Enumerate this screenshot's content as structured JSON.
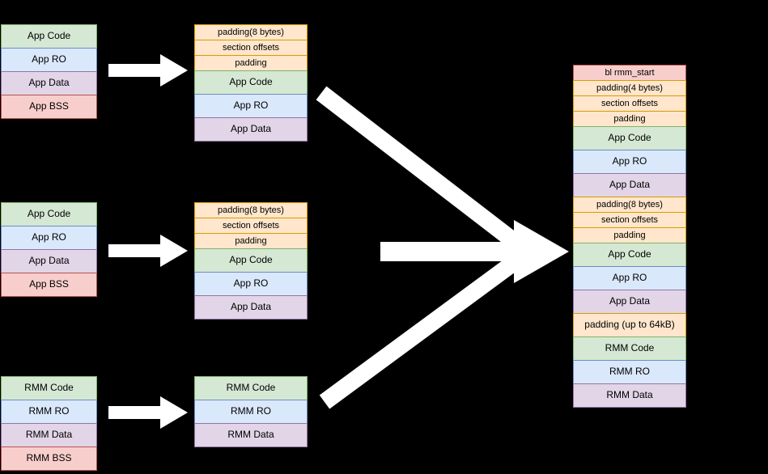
{
  "colors": {
    "background": "#000000",
    "arrow": "#ffffff",
    "green_bg": "#d5e8d4",
    "green_border": "#82b366",
    "blue_bg": "#dae8fc",
    "blue_border": "#6c8ebf",
    "purple_bg": "#e1d5e7",
    "purple_border": "#9673a6",
    "red_bg": "#f8cecc",
    "red_border": "#b85450",
    "orange_bg": "#ffe6cc",
    "orange_border": "#d79b00"
  },
  "stacks": {
    "app1_elf": {
      "rows": [
        {
          "label": "App Code",
          "type": "green",
          "small": false
        },
        {
          "label": "App RO",
          "type": "blue",
          "small": false
        },
        {
          "label": "App Data",
          "type": "purple",
          "small": false
        },
        {
          "label": "App BSS",
          "type": "red",
          "small": false
        }
      ]
    },
    "app1_packed": {
      "rows": [
        {
          "label": "padding(8 bytes)",
          "type": "orange",
          "small": true
        },
        {
          "label": "section offsets",
          "type": "orange",
          "small": true
        },
        {
          "label": "padding",
          "type": "orange",
          "small": true
        },
        {
          "label": "App Code",
          "type": "green",
          "small": false
        },
        {
          "label": "App RO",
          "type": "blue",
          "small": false
        },
        {
          "label": "App Data",
          "type": "purple",
          "small": false
        }
      ]
    },
    "app2_elf": {
      "rows": [
        {
          "label": "App Code",
          "type": "green",
          "small": false
        },
        {
          "label": "App RO",
          "type": "blue",
          "small": false
        },
        {
          "label": "App Data",
          "type": "purple",
          "small": false
        },
        {
          "label": "App BSS",
          "type": "red",
          "small": false
        }
      ]
    },
    "app2_packed": {
      "rows": [
        {
          "label": "padding(8 bytes)",
          "type": "orange",
          "small": true
        },
        {
          "label": "section offsets",
          "type": "orange",
          "small": true
        },
        {
          "label": "padding",
          "type": "orange",
          "small": true
        },
        {
          "label": "App Code",
          "type": "green",
          "small": false
        },
        {
          "label": "App RO",
          "type": "blue",
          "small": false
        },
        {
          "label": "App Data",
          "type": "purple",
          "small": false
        }
      ]
    },
    "rmm_elf": {
      "rows": [
        {
          "label": "RMM Code",
          "type": "green",
          "small": false
        },
        {
          "label": "RMM RO",
          "type": "blue",
          "small": false
        },
        {
          "label": "RMM Data",
          "type": "purple",
          "small": false
        },
        {
          "label": "RMM BSS",
          "type": "red",
          "small": false
        }
      ]
    },
    "rmm_packed": {
      "rows": [
        {
          "label": "RMM Code",
          "type": "green",
          "small": false
        },
        {
          "label": "RMM RO",
          "type": "blue",
          "small": false
        },
        {
          "label": "RMM Data",
          "type": "purple",
          "small": false
        }
      ]
    },
    "final_image": {
      "rows": [
        {
          "label": "bl rmm_start",
          "type": "red",
          "small": true
        },
        {
          "label": "padding(4 bytes)",
          "type": "orange",
          "small": true
        },
        {
          "label": "section offsets",
          "type": "orange",
          "small": true
        },
        {
          "label": "padding",
          "type": "orange",
          "small": true
        },
        {
          "label": "App Code",
          "type": "green",
          "small": false
        },
        {
          "label": "App RO",
          "type": "blue",
          "small": false
        },
        {
          "label": "App Data",
          "type": "purple",
          "small": false
        },
        {
          "label": "padding(8 bytes)",
          "type": "orange",
          "small": true
        },
        {
          "label": "section offsets",
          "type": "orange",
          "small": true
        },
        {
          "label": "padding",
          "type": "orange",
          "small": true
        },
        {
          "label": "App Code",
          "type": "green",
          "small": false
        },
        {
          "label": "App RO",
          "type": "blue",
          "small": false
        },
        {
          "label": "App Data",
          "type": "purple",
          "small": false
        },
        {
          "label": "padding (up to 64kB)",
          "type": "orange",
          "small": false
        },
        {
          "label": "RMM Code",
          "type": "green",
          "small": false
        },
        {
          "label": "RMM RO",
          "type": "blue",
          "small": false
        },
        {
          "label": "RMM Data",
          "type": "purple",
          "small": false
        }
      ]
    }
  }
}
